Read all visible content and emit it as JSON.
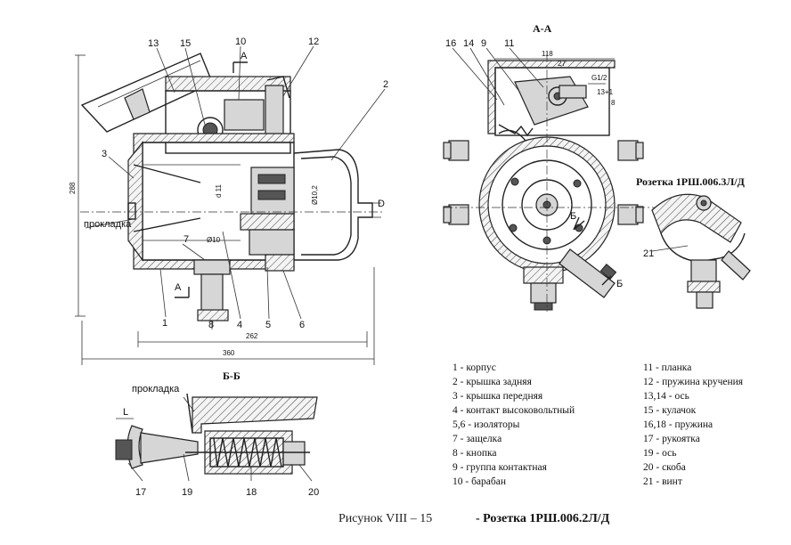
{
  "section_titles": {
    "aa": "А-А",
    "bb": "Б-Б",
    "rozetka_3": "Розетка 1РШ.006.3Л/Д"
  },
  "caption": {
    "figure": "Рисунок VIII – 15",
    "title": "- Розетка 1РШ.006.2Л/Д"
  },
  "labels": {
    "n1": "1",
    "n2": "2",
    "n3": "3",
    "n4": "4",
    "n5": "5",
    "n6": "6",
    "n7": "7",
    "n8": "8",
    "n9": "9",
    "n10": "10",
    "n11": "11",
    "n12": "12",
    "n13": "13",
    "n14": "14",
    "n15": "15",
    "n16": "16",
    "n17": "17",
    "n19": "19",
    "n18": "18",
    "n20": "20",
    "n21": "21",
    "prokladka_main": "прокладка",
    "prokladka_bb": "прокладка",
    "cut_a_top": "А",
    "cut_a_bottom": "А",
    "cut_b_1": "Б",
    "cut_b_2": "Б",
    "d": "D",
    "l": "L"
  },
  "dimensions": {
    "d288": "288",
    "d262": "262",
    "d360": "360",
    "d118": "118",
    "d27": "27",
    "g12": "G1/2",
    "d13": "13+1",
    "d8": "8",
    "d11": "d 11",
    "d10": "Ø10",
    "d102": "Ø10,2"
  },
  "legend_left": [
    "1 - корпус",
    "2 - крышка задняя",
    "3 - крышка передняя",
    "4 - контакт высоковольтный",
    "5,6 - изоляторы",
    "7 - защелка",
    "8 - кнопка",
    "9 - группа контактная",
    "10 - барабан"
  ],
  "legend_right": [
    "11 - планка",
    "12 - пружина кручения",
    "13,14 - ось",
    "15 - кулачок",
    "16,18 - пружина",
    "17 - рукоятка",
    "19 - ось",
    "20 - скоба",
    "21 - винт"
  ]
}
